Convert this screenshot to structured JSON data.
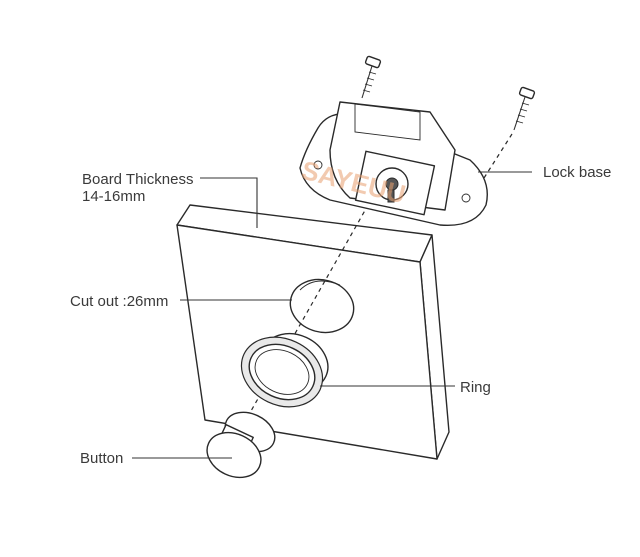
{
  "labels": {
    "board_thickness_line1": "Board Thickness",
    "board_thickness_line2": "14-16mm",
    "cut_out": "Cut out :26mm",
    "ring": "Ring",
    "button": "Button",
    "lock_base": "Lock base"
  },
  "colors": {
    "line": "#2a2a2a",
    "text": "#3a3a3a",
    "watermark": "#e8a070"
  },
  "watermark_text": "SAYEUU"
}
